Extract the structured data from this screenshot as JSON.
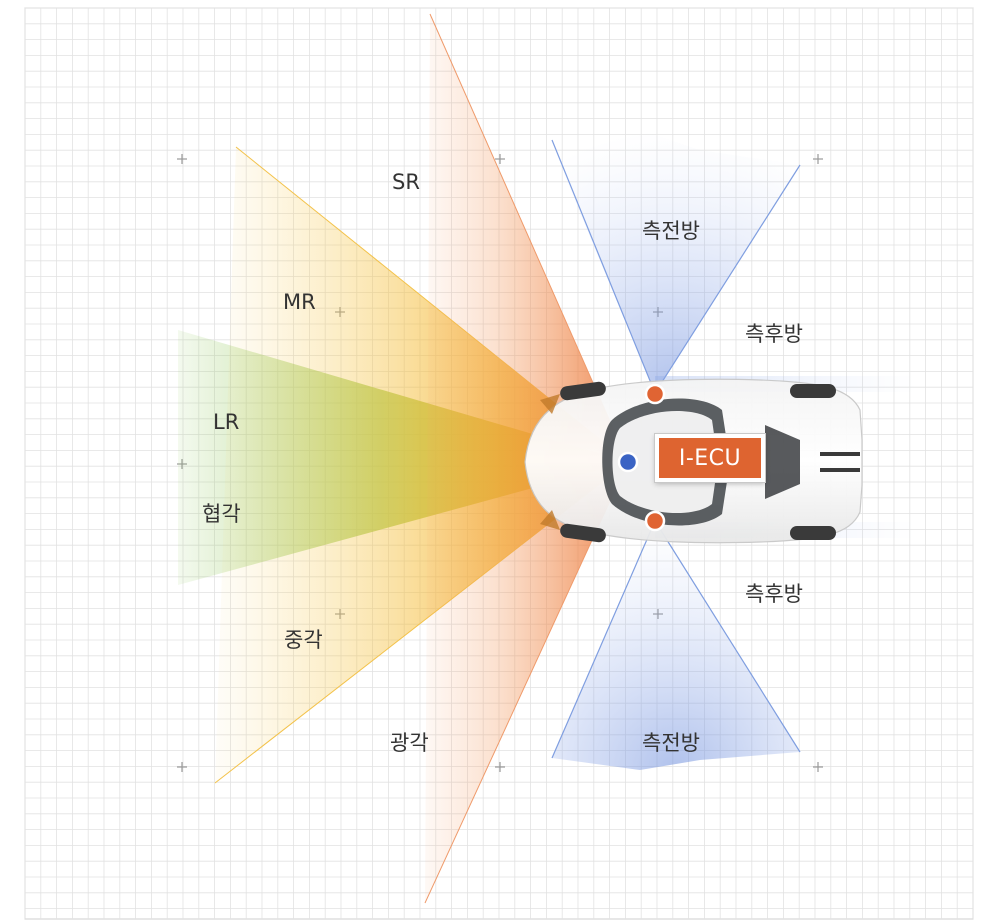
{
  "labels": {
    "sr": "SR",
    "mr": "MR",
    "lr": "LR",
    "narrow": "협각",
    "medium": "중각",
    "wide": "광각",
    "side_front_top": "측전방",
    "side_rear_top": "측후방",
    "side_rear_bottom": "측후방",
    "side_front_bottom": "측전방"
  },
  "ecu": {
    "label": "I-ECU"
  },
  "colors": {
    "sr_wedge": "#ec7a3e",
    "mr_wedge": "#f3b52a",
    "lr_wedge": "#7bbd48",
    "side_radar": "#7f9ee0",
    "ecu_fill": "#de6430",
    "front_sensor": "#3a63c4",
    "corner_sensor": "#e06433",
    "grid_line": "#e2e2e2"
  }
}
